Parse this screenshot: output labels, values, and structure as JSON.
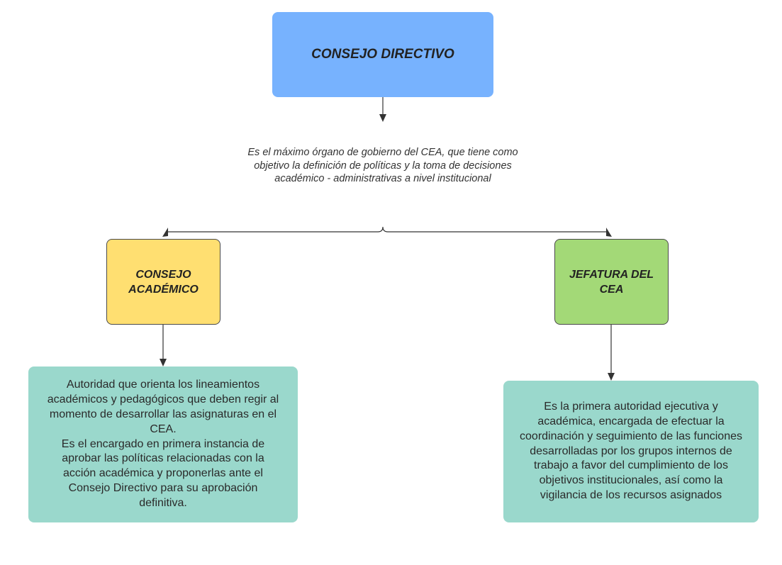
{
  "root": {
    "title": "CONSEJO DIRECTIVO",
    "description": "Es el máximo órgano de gobierno del CEA, que tiene como objetivo la definición de políticas y la toma de decisiones académico - administrativas a nivel institucional"
  },
  "left": {
    "title": "CONSEJO ACADÉMICO",
    "description_1": "Autoridad que orienta los lineamientos académicos y pedagógicos que deben regir al momento de desarrollar las asignaturas en el CEA.",
    "description_2": "Es el encargado en primera instancia de aprobar las políticas relacionadas con la acción académica y proponerlas ante el Consejo Directivo  para su aprobación definitiva."
  },
  "right": {
    "title": "JEFATURA DEL CEA",
    "description": "Es la primera autoridad ejecutiva y académica, encargada de efectuar la coordinación y seguimiento de las funciones desarrolladas por los grupos internos de trabajo a favor del cumplimiento de los objetivos institucionales, así como la vigilancia de los recursos asignados"
  },
  "colors": {
    "root_fill": "#77b2fe",
    "left_fill": "#ffdf71",
    "right_fill": "#a3d977",
    "description_fill": "#9ad8cc",
    "connector": "#333333"
  }
}
